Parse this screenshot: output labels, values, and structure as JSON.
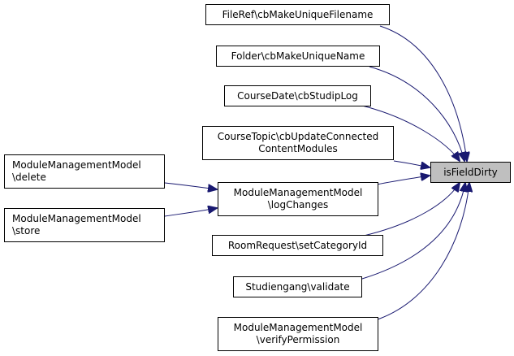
{
  "graph": {
    "edge_color": "#191970",
    "target": {
      "id": "target",
      "label": "isFieldDirty",
      "fill": "#bfbfbf"
    },
    "nodes": [
      {
        "id": "fileref",
        "lines": [
          "FileRef\\cbMakeUniqueFilename"
        ]
      },
      {
        "id": "folder",
        "lines": [
          "Folder\\cbMakeUniqueName"
        ]
      },
      {
        "id": "coursedate",
        "lines": [
          "CourseDate\\cbStudipLog"
        ]
      },
      {
        "id": "coursetopic",
        "lines": [
          "CourseTopic\\cbUpdateConnected",
          "ContentModules"
        ]
      },
      {
        "id": "mmm-logchanges",
        "lines": [
          "ModuleManagementModel",
          "\\logChanges"
        ]
      },
      {
        "id": "roomrequest",
        "lines": [
          "RoomRequest\\setCategoryId"
        ]
      },
      {
        "id": "studiengang",
        "lines": [
          "Studiengang\\validate"
        ]
      },
      {
        "id": "mmm-verify",
        "lines": [
          "ModuleManagementModel",
          "\\verifyPermission"
        ]
      },
      {
        "id": "mmm-delete",
        "lines": [
          "ModuleManagementModel",
          "\\delete"
        ]
      },
      {
        "id": "mmm-store",
        "lines": [
          "ModuleManagementModel",
          "\\store"
        ]
      }
    ],
    "edges": [
      {
        "from": "fileref",
        "to": "target"
      },
      {
        "from": "folder",
        "to": "target"
      },
      {
        "from": "coursedate",
        "to": "target"
      },
      {
        "from": "coursetopic",
        "to": "target"
      },
      {
        "from": "mmm-logchanges",
        "to": "target"
      },
      {
        "from": "roomrequest",
        "to": "target"
      },
      {
        "from": "studiengang",
        "to": "target"
      },
      {
        "from": "mmm-verify",
        "to": "target"
      },
      {
        "from": "mmm-delete",
        "to": "mmm-logchanges"
      },
      {
        "from": "mmm-store",
        "to": "mmm-logchanges"
      }
    ]
  }
}
